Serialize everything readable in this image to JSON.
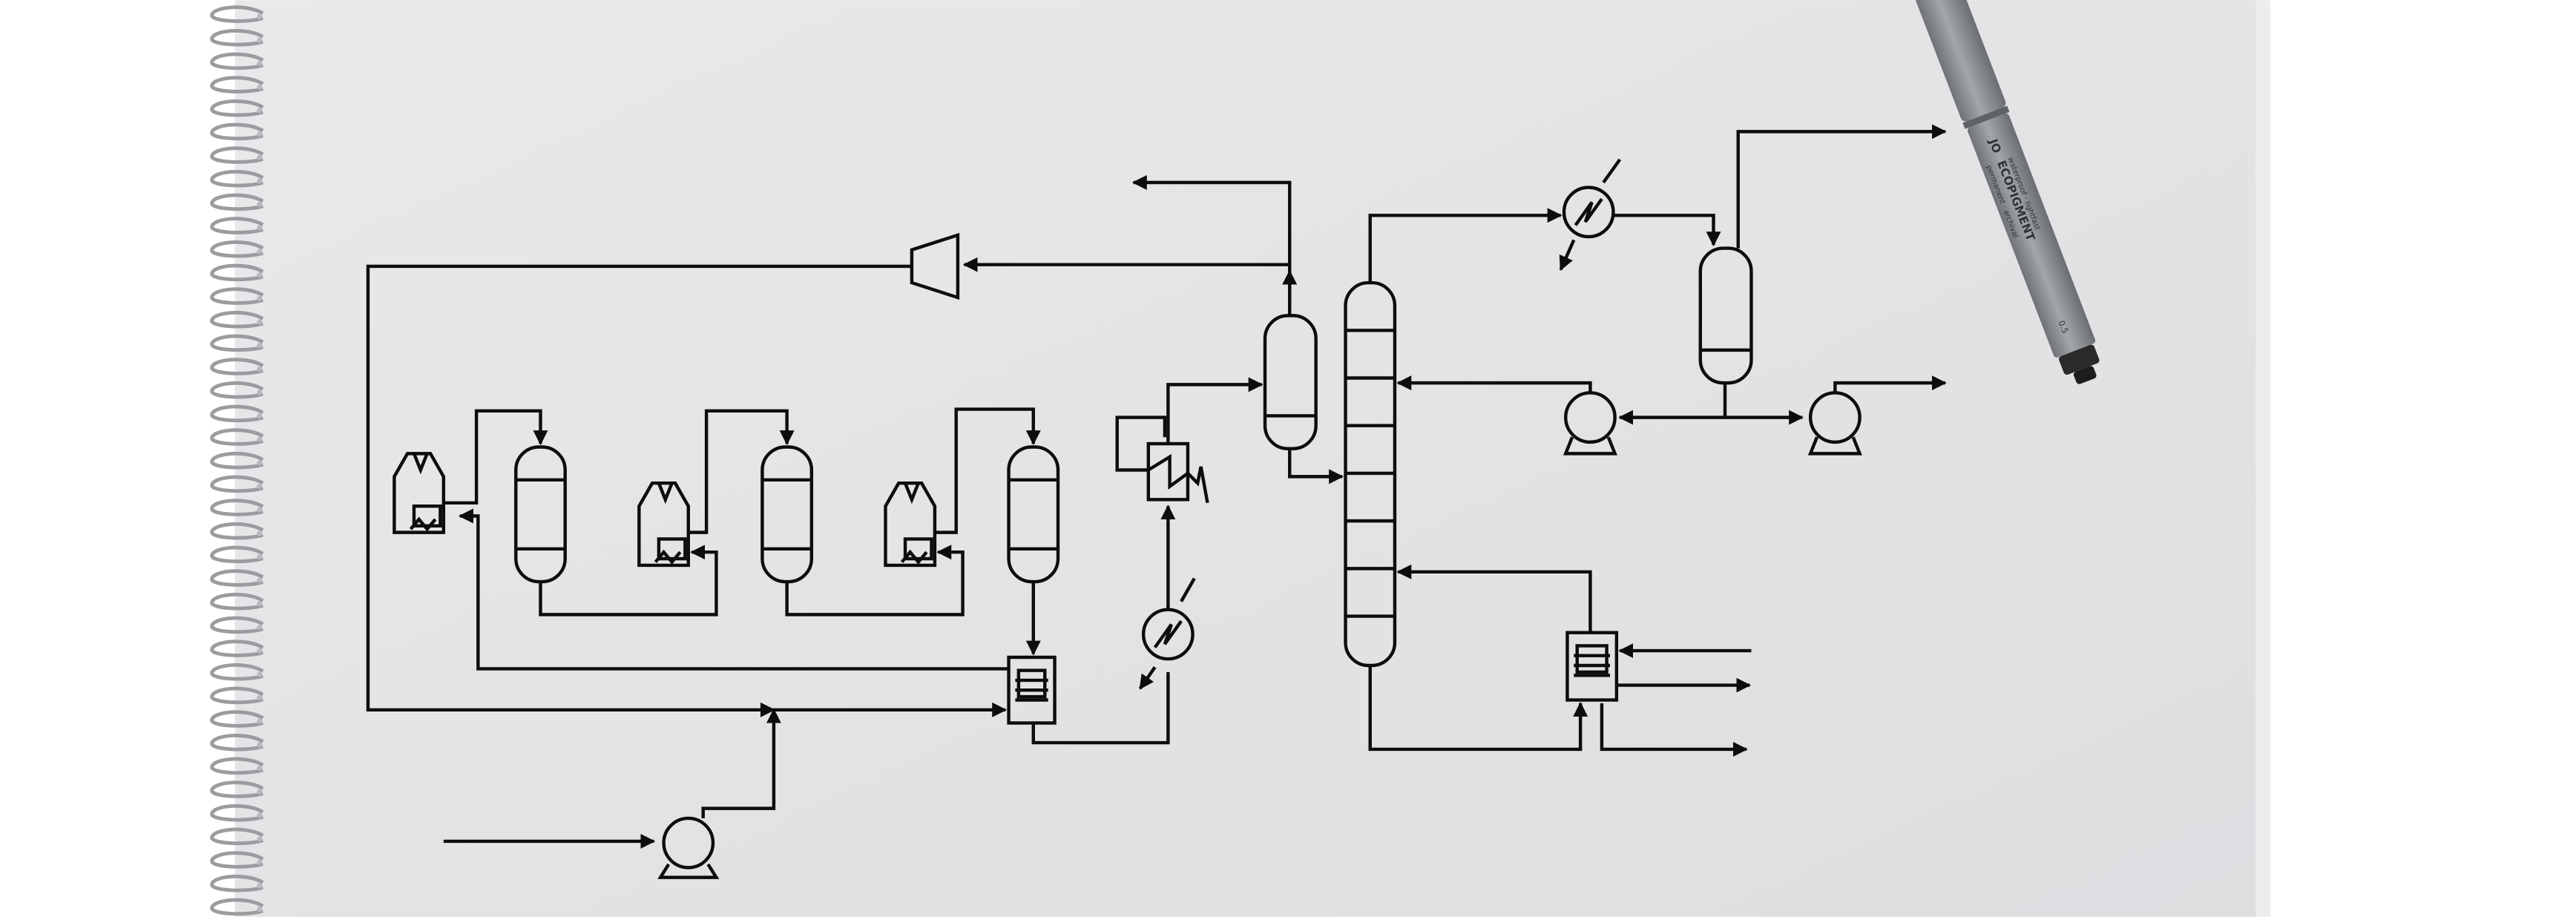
{
  "diagram": {
    "kind": "process flow diagram",
    "colors": {
      "ink": "#0d0d0d",
      "paper": "#e6e6e8",
      "paper_shade": "#d2d2d6",
      "pen_body": "#8e9196",
      "pen_tip": "#1c1c1c",
      "background": "#ffffff"
    },
    "equipment": [
      {
        "id": "feed-pump",
        "type": "centrifugal-pump"
      },
      {
        "id": "compressor",
        "type": "compressor"
      },
      {
        "id": "feed-effluent-exchanger",
        "type": "heat-exchanger"
      },
      {
        "id": "fired-heater-1",
        "type": "fired-heater"
      },
      {
        "id": "fired-heater-2",
        "type": "fired-heater"
      },
      {
        "id": "fired-heater-3",
        "type": "fired-heater"
      },
      {
        "id": "reactor-1",
        "type": "vessel"
      },
      {
        "id": "reactor-2",
        "type": "vessel"
      },
      {
        "id": "reactor-3",
        "type": "vessel"
      },
      {
        "id": "cooler",
        "type": "heat-exchanger"
      },
      {
        "id": "separator-drum",
        "type": "vessel"
      },
      {
        "id": "trim-cooler",
        "type": "heat-exchanger"
      },
      {
        "id": "distillation-column",
        "type": "tray-column"
      },
      {
        "id": "overhead-condenser",
        "type": "heat-exchanger"
      },
      {
        "id": "reflux-drum",
        "type": "vessel"
      },
      {
        "id": "reflux-pump",
        "type": "centrifugal-pump"
      },
      {
        "id": "product-pump",
        "type": "centrifugal-pump"
      },
      {
        "id": "reboiler",
        "type": "heat-exchanger"
      }
    ],
    "streams": [
      "feed-in",
      "recycle-gas",
      "purge-gas",
      "heater-outlet",
      "reactor-effluent",
      "exchanger-to-cooler",
      "cooler-to-separator",
      "separator-vapor",
      "separator-liquid",
      "overhead-vapor",
      "reflux",
      "distillate-product",
      "off-gas",
      "reboiler-steam-in",
      "reboiler-return",
      "bottoms-product"
    ]
  },
  "pen": {
    "brand_text": "JO",
    "model_text": "ECOPIGMENT",
    "fine_print": [
      "waterproof · lightfast",
      "permanent · archival"
    ],
    "size_text": "0.5"
  }
}
